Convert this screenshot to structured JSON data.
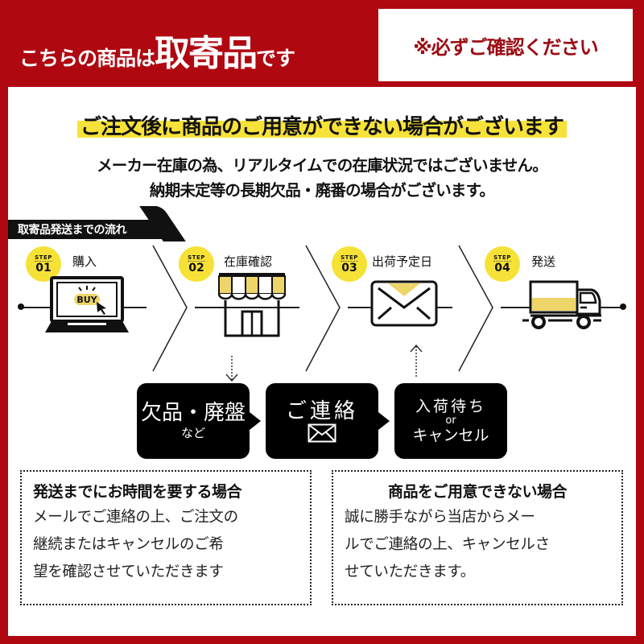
{
  "header": {
    "title_prefix": "こちらの商品は",
    "title_emphasis": "取寄品",
    "title_suffix": "です",
    "notice": "※必ずご確認ください"
  },
  "headline": "ご注文後に商品のご用意ができない場合がございます",
  "description": {
    "line1": "メーカー在庫の為、リアルタイムでの在庫状況ではございません。",
    "line2": "納期未定等の長期欠品・廃番の場合がございます。"
  },
  "flow": {
    "tab_label": "取寄品発送までの流れ",
    "step_word": "STEP",
    "steps": [
      {
        "num": "01",
        "label": "購入",
        "icon": "laptop-buy-icon",
        "buy_text": "BUY"
      },
      {
        "num": "02",
        "label": "在庫確認",
        "icon": "store-icon"
      },
      {
        "num": "03",
        "label": "出荷予定日",
        "icon": "envelope-icon"
      },
      {
        "num": "04",
        "label": "発送",
        "icon": "truck-icon"
      }
    ],
    "bubbles": [
      {
        "main": "欠品・廃盤",
        "sub": "など"
      },
      {
        "main": "ご連絡",
        "icon": "mail-icon"
      },
      {
        "line1": "入荷待ち",
        "line2": "or",
        "line3": "キャンセル"
      }
    ]
  },
  "info_boxes": [
    {
      "title": "発送までにお時間を要する場合",
      "lines": [
        "メールでご連絡の上、ご注文の",
        "継続またはキャンセルのご希",
        "望を確認させていただきます"
      ]
    },
    {
      "title": "商品をご用意できない場合",
      "lines": [
        "誠に勝手ながら当店からメー",
        "ルでご連絡の上、キャンセルさ",
        "せていただきます。"
      ]
    }
  ],
  "colors": {
    "frame_red": "#b00811",
    "notice_red": "#9b0c14",
    "accent_yellow": "#f6e236",
    "icon_yellow": "#eed56a",
    "black": "#111111"
  }
}
